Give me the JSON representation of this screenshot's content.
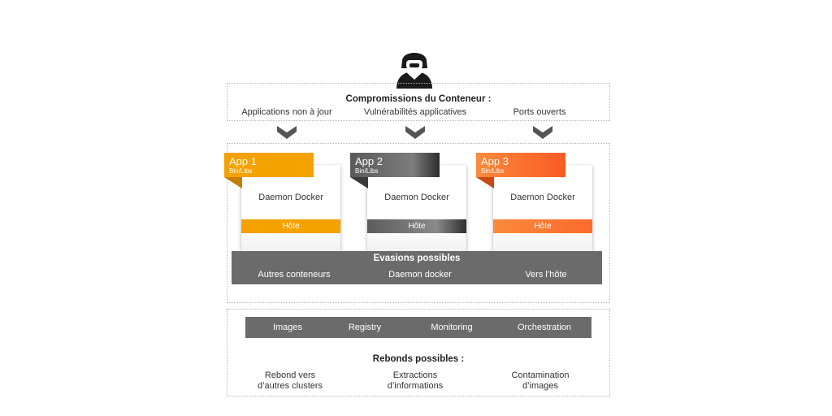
{
  "compromises": {
    "title": "Compromissions du Conteneur :",
    "items": [
      "Applications non à jour",
      "Vulnérabilités applicatives",
      "Ports ouverts"
    ]
  },
  "apps": [
    {
      "name": "App 1",
      "sub": "Bin/Libs",
      "daemon": "Daemon Docker",
      "host": "Hôte",
      "color": "#f5a100"
    },
    {
      "name": "App 2",
      "sub": "Bin/Libs",
      "daemon": "Daemon Docker",
      "host": "Hôte",
      "color": "#5a5a5a"
    },
    {
      "name": "App 3",
      "sub": "Bin/Libs",
      "daemon": "Daemon Docker",
      "host": "Hôte",
      "color": "#fb6a2c"
    }
  ],
  "evasions": {
    "title": "Evasions possibles",
    "items": [
      "Autres conteneurs",
      "Daemon docker",
      "Vers l’hôte"
    ]
  },
  "infra": {
    "items": [
      "Images",
      "Registry",
      "Monitoring",
      "Orchestration"
    ]
  },
  "rebounds": {
    "title": "Rebonds possibles :",
    "items": [
      {
        "line1": "Rebond vers",
        "line2": "d’autres clusters"
      },
      {
        "line1": "Extractions",
        "line2": "d’informations"
      },
      {
        "line1": "Contamination",
        "line2": "d’images"
      }
    ]
  },
  "icons": {
    "attacker": "hacker-icon",
    "arrow": "chevron-down-icon"
  }
}
